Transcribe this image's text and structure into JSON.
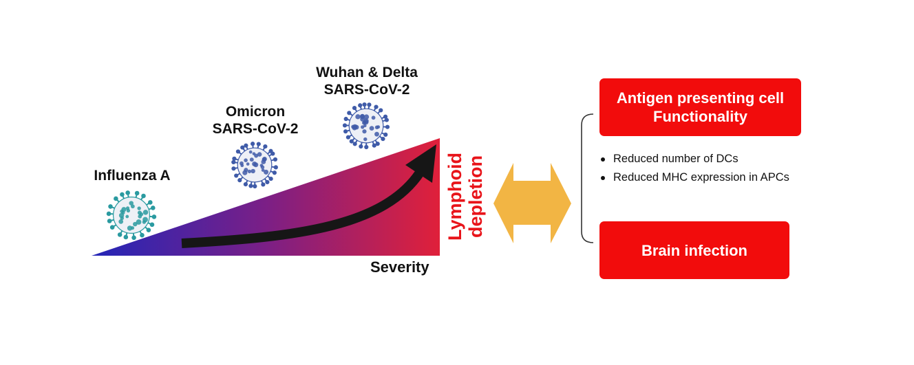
{
  "viruses": {
    "influenza": {
      "label": "Influenza A",
      "icon": "influenza-virus-icon",
      "color": "#2a9aa0"
    },
    "omicron": {
      "line1": "Omicron",
      "line2": "SARS-CoV-2",
      "icon": "omicron-virus-icon",
      "color": "#3f5ba8"
    },
    "wuhan_delta": {
      "line1": "Wuhan & Delta",
      "line2": "SARS-CoV-2",
      "icon": "wuhan-delta-virus-icon",
      "color": "#3f5ba8"
    }
  },
  "severity": {
    "label": "Severity",
    "gradient_start": "#2326b8",
    "gradient_mid": "#7b1f86",
    "gradient_end": "#e0203a"
  },
  "lymphoid": {
    "line1": "Lymphoid",
    "line2": "depletion",
    "color": "#e8141a"
  },
  "double_arrow": {
    "icon": "double-headed-arrow-icon",
    "color": "#f2b544"
  },
  "apc_box": {
    "line1": "Antigen presenting cell",
    "line2": "Functionality",
    "color": "#f20c0c"
  },
  "bullets": [
    "Reduced number of DCs",
    "Reduced MHC expression in APCs"
  ],
  "brain_box": {
    "label": "Brain infection",
    "color": "#f20c0c"
  }
}
